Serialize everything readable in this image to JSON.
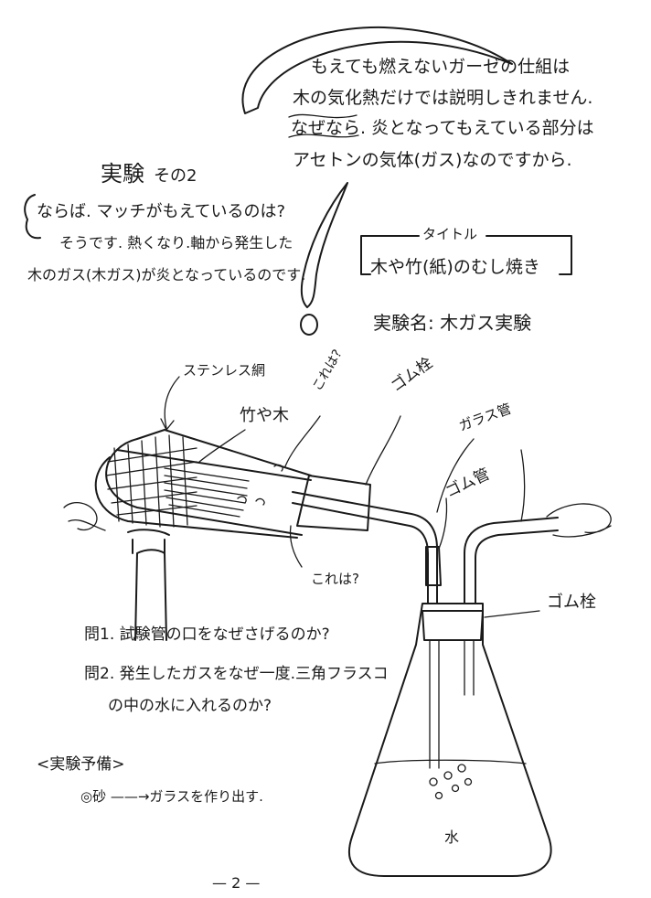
{
  "intro": {
    "line1": "もえても燃えないガーゼの仕組は",
    "line2": "木の気化熱だけでは説明しきれません.",
    "line3_a": "なぜなら",
    "line3_b": ". 炎となってもえている部分は",
    "line4": "アセトンの気体(ガス)なのですから."
  },
  "experiment": {
    "heading_main": "実験",
    "heading_sub": "その2",
    "line1": "ならば. マッチがもえているのは?",
    "line2": "そうです. 熱くなり.軸から発生した",
    "line3": "木のガス(木ガス)が炎となっているのです."
  },
  "title_box": {
    "label": "タイトル",
    "title": "木や竹(紙)のむし焼き"
  },
  "experiment_name": "実験名: 木ガス実験",
  "diagram": {
    "mesh_label": "ステンレス網",
    "bamboo_wood_label": "竹や木",
    "question_top": "これは?",
    "question_bottom": "これは?",
    "rubber_stopper_top": "ゴム栓",
    "glass_tube": "ガラス管",
    "rubber_tube": "ゴム管",
    "rubber_stopper_flask": "ゴム栓",
    "water": "水"
  },
  "questions": {
    "q1": "問1. 試験管の口をなぜさげるのか?",
    "q2_line1": "問2. 発生したガスをなぜ一度.三角フラスコ",
    "q2_line2": "の中の水に入れるのか?"
  },
  "prep": {
    "heading": "<実験予備>",
    "item": "◎砂 ——→ガラスを作り出す."
  },
  "page_number": "— 2 —"
}
